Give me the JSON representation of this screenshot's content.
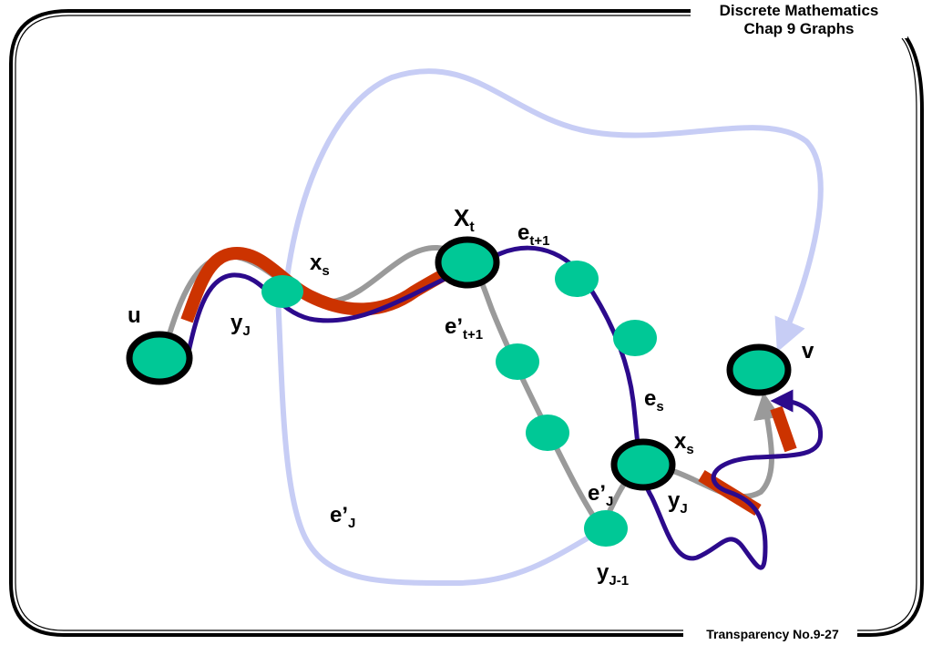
{
  "header": {
    "line1": "Discrete Mathematics",
    "line2": "Chap 9 Graphs"
  },
  "footer": {
    "text": "Transparency No.9-27"
  },
  "colors": {
    "path_purple": "#2c0a8c",
    "path_gray": "#9a9a9a",
    "path_orange": "#cc3300",
    "path_light": "#c7cdf5",
    "vertex_fill": "#00c896",
    "vertex_stroke": "#000000"
  },
  "labels": {
    "u": "u",
    "v": "v",
    "y_j_left": {
      "base": "y",
      "sub": "J"
    },
    "x_s_left": {
      "base": "x",
      "sub": "s"
    },
    "x_t": {
      "base": "X",
      "sub": "t"
    },
    "e_t1": {
      "base": "e",
      "sub": "t+1"
    },
    "e_prime_t1": {
      "base": "e’",
      "sub": "t+1"
    },
    "e_s": {
      "base": "e",
      "sub": "s"
    },
    "x_s_right": {
      "base": "x",
      "sub": "s"
    },
    "y_j_right": {
      "base": "y",
      "sub": "J"
    },
    "e_prime_j_right": {
      "base": "e’",
      "sub": "J"
    },
    "e_prime_j_left": {
      "base": "e’",
      "sub": "J"
    },
    "y_j_minus1": {
      "base": "y",
      "sub": "J-1"
    }
  }
}
